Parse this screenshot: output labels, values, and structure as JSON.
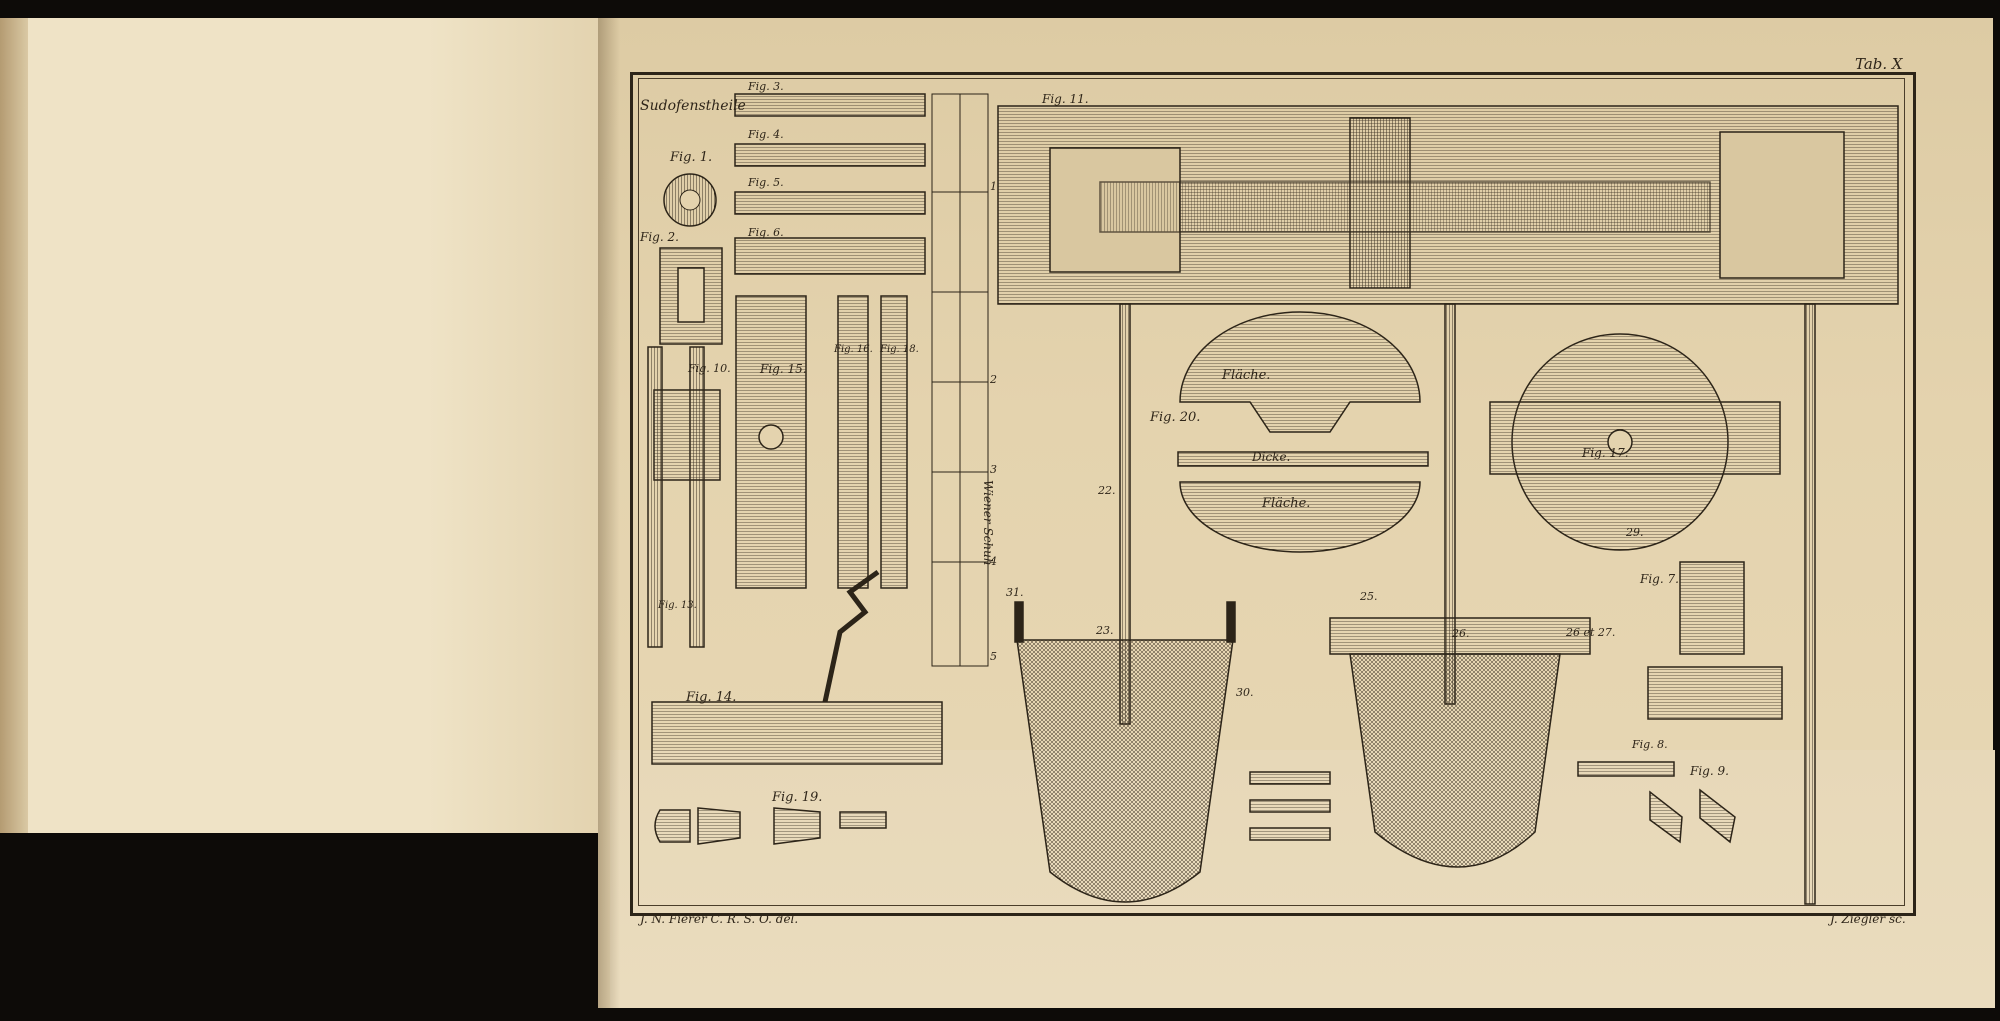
{
  "plate": {
    "number": "Tab. X",
    "heading": "Sudofenstheile",
    "credit_left": "J. N. Fierer C. R. S. O. del.",
    "credit_right": "J. Ziegler sc."
  },
  "figures": {
    "fig1": "Fig. 1.",
    "fig2": "Fig. 2.",
    "fig3": "Fig. 3.",
    "fig4": "Fig. 4.",
    "fig5": "Fig. 5.",
    "fig6": "Fig. 6.",
    "fig7": "Fig. 7.",
    "fig8": "Fig. 8.",
    "fig9": "Fig. 9.",
    "fig10": "Fig. 10.",
    "fig11": "Fig. 11.",
    "fig13": "Fig. 13.",
    "fig14": "Fig. 14.",
    "fig15": "Fig. 15.",
    "fig16": "Fig. 16.",
    "fig17": "Fig. 17.",
    "fig18": "Fig. 18.",
    "fig19": "Fig. 19.",
    "fig20": "Fig. 20."
  },
  "disc_labels": {
    "flache_top": "Fläche.",
    "dicke": "Dicke.",
    "flache_bottom": "Fläche."
  },
  "scale": {
    "label": "Wiener Schuh",
    "ticks": [
      "1",
      "2",
      "3",
      "4",
      "5"
    ]
  },
  "numbers": {
    "n22": "22.",
    "n23": "23.",
    "n25": "25.",
    "n26": "26.",
    "n29": "29.",
    "n30": "30.",
    "n31": "31.",
    "n26_27": "26 et 27."
  }
}
